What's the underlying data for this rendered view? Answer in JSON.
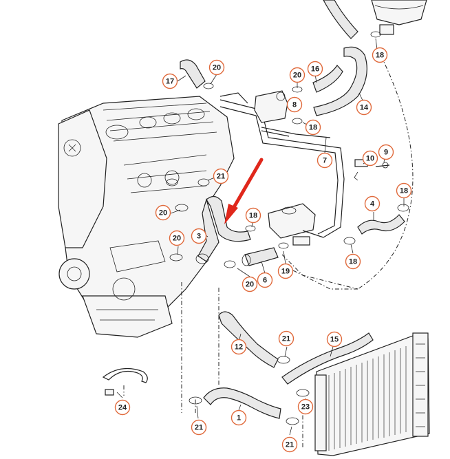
{
  "callouts": [
    "1",
    "3",
    "4",
    "6",
    "7",
    "8",
    "9",
    "10",
    "12",
    "14",
    "15",
    "16",
    "17",
    "18",
    "19",
    "20",
    "21",
    "23",
    "24"
  ],
  "arrow_color": "#e0271b",
  "callout_color": "#e06a3c",
  "icons": {
    "arrow": "red-pointer-arrow"
  }
}
